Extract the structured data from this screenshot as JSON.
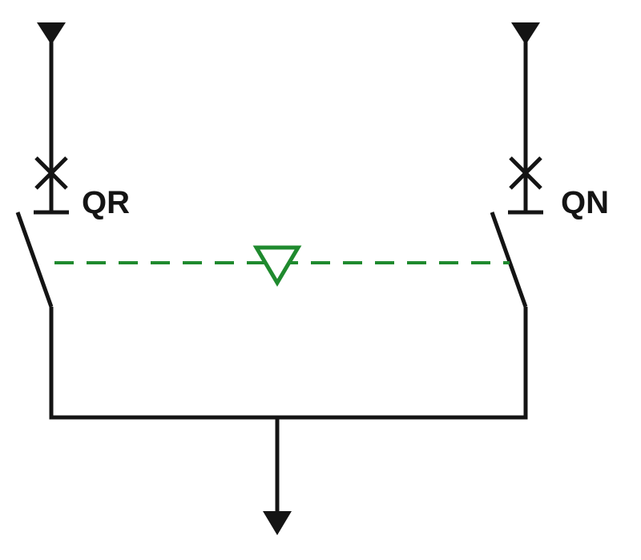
{
  "diagram": {
    "colors": {
      "line": "#141414",
      "interlock": "#1f8a2e",
      "background": "#ffffff"
    },
    "breakers": {
      "left": {
        "label": "QR"
      },
      "right": {
        "label": "QN"
      }
    },
    "interlock": {
      "style": "dashed",
      "symbol": "triangle-down-outline"
    },
    "feeds": {
      "inputs": [
        "down-arrow",
        "down-arrow"
      ],
      "output": "down-arrow"
    }
  }
}
